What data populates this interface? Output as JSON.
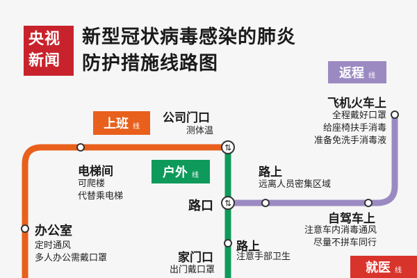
{
  "logo": {
    "line1": "央视",
    "line2": "新闻"
  },
  "title": {
    "line1": "新型冠状病毒感染的肺炎",
    "line2": "防护措施线路图"
  },
  "lines": {
    "commute": {
      "label": "上班",
      "suffix": "线",
      "color": "#e8601c"
    },
    "outdoor": {
      "label": "户外",
      "suffix": "线",
      "color": "#0e9a5b"
    },
    "return": {
      "label": "返程",
      "suffix": "线",
      "color": "#9b8ac2"
    },
    "medical": {
      "label": "就医",
      "suffix": "线",
      "color": "#d9342b"
    }
  },
  "stops": {
    "company_gate": {
      "name": "公司门口",
      "tips": [
        "测体温"
      ]
    },
    "elevator": {
      "name": "电梯间",
      "tips": [
        "可爬楼",
        "代替乘电梯"
      ]
    },
    "office": {
      "name": "办公室",
      "tips": [
        "定时通风",
        "多人办公需戴口罩"
      ]
    },
    "intersection": {
      "name": "路口"
    },
    "home_gate": {
      "name": "家门口",
      "tips": [
        "出门戴口罩"
      ]
    },
    "road_outdoor": {
      "name": "路上",
      "tips": [
        "注意手部卫生"
      ]
    },
    "road_return": {
      "name": "路上",
      "tips": [
        "远离人员密集区域"
      ]
    },
    "plane_train": {
      "name": "飞机火车上",
      "tips": [
        "全程戴好口罩",
        "给座椅扶手消毒",
        "准备免洗手消毒液"
      ]
    },
    "self_drive": {
      "name": "自驾车上",
      "tips": [
        "注意车内消毒通风",
        "尽量不拼车同行"
      ]
    }
  }
}
